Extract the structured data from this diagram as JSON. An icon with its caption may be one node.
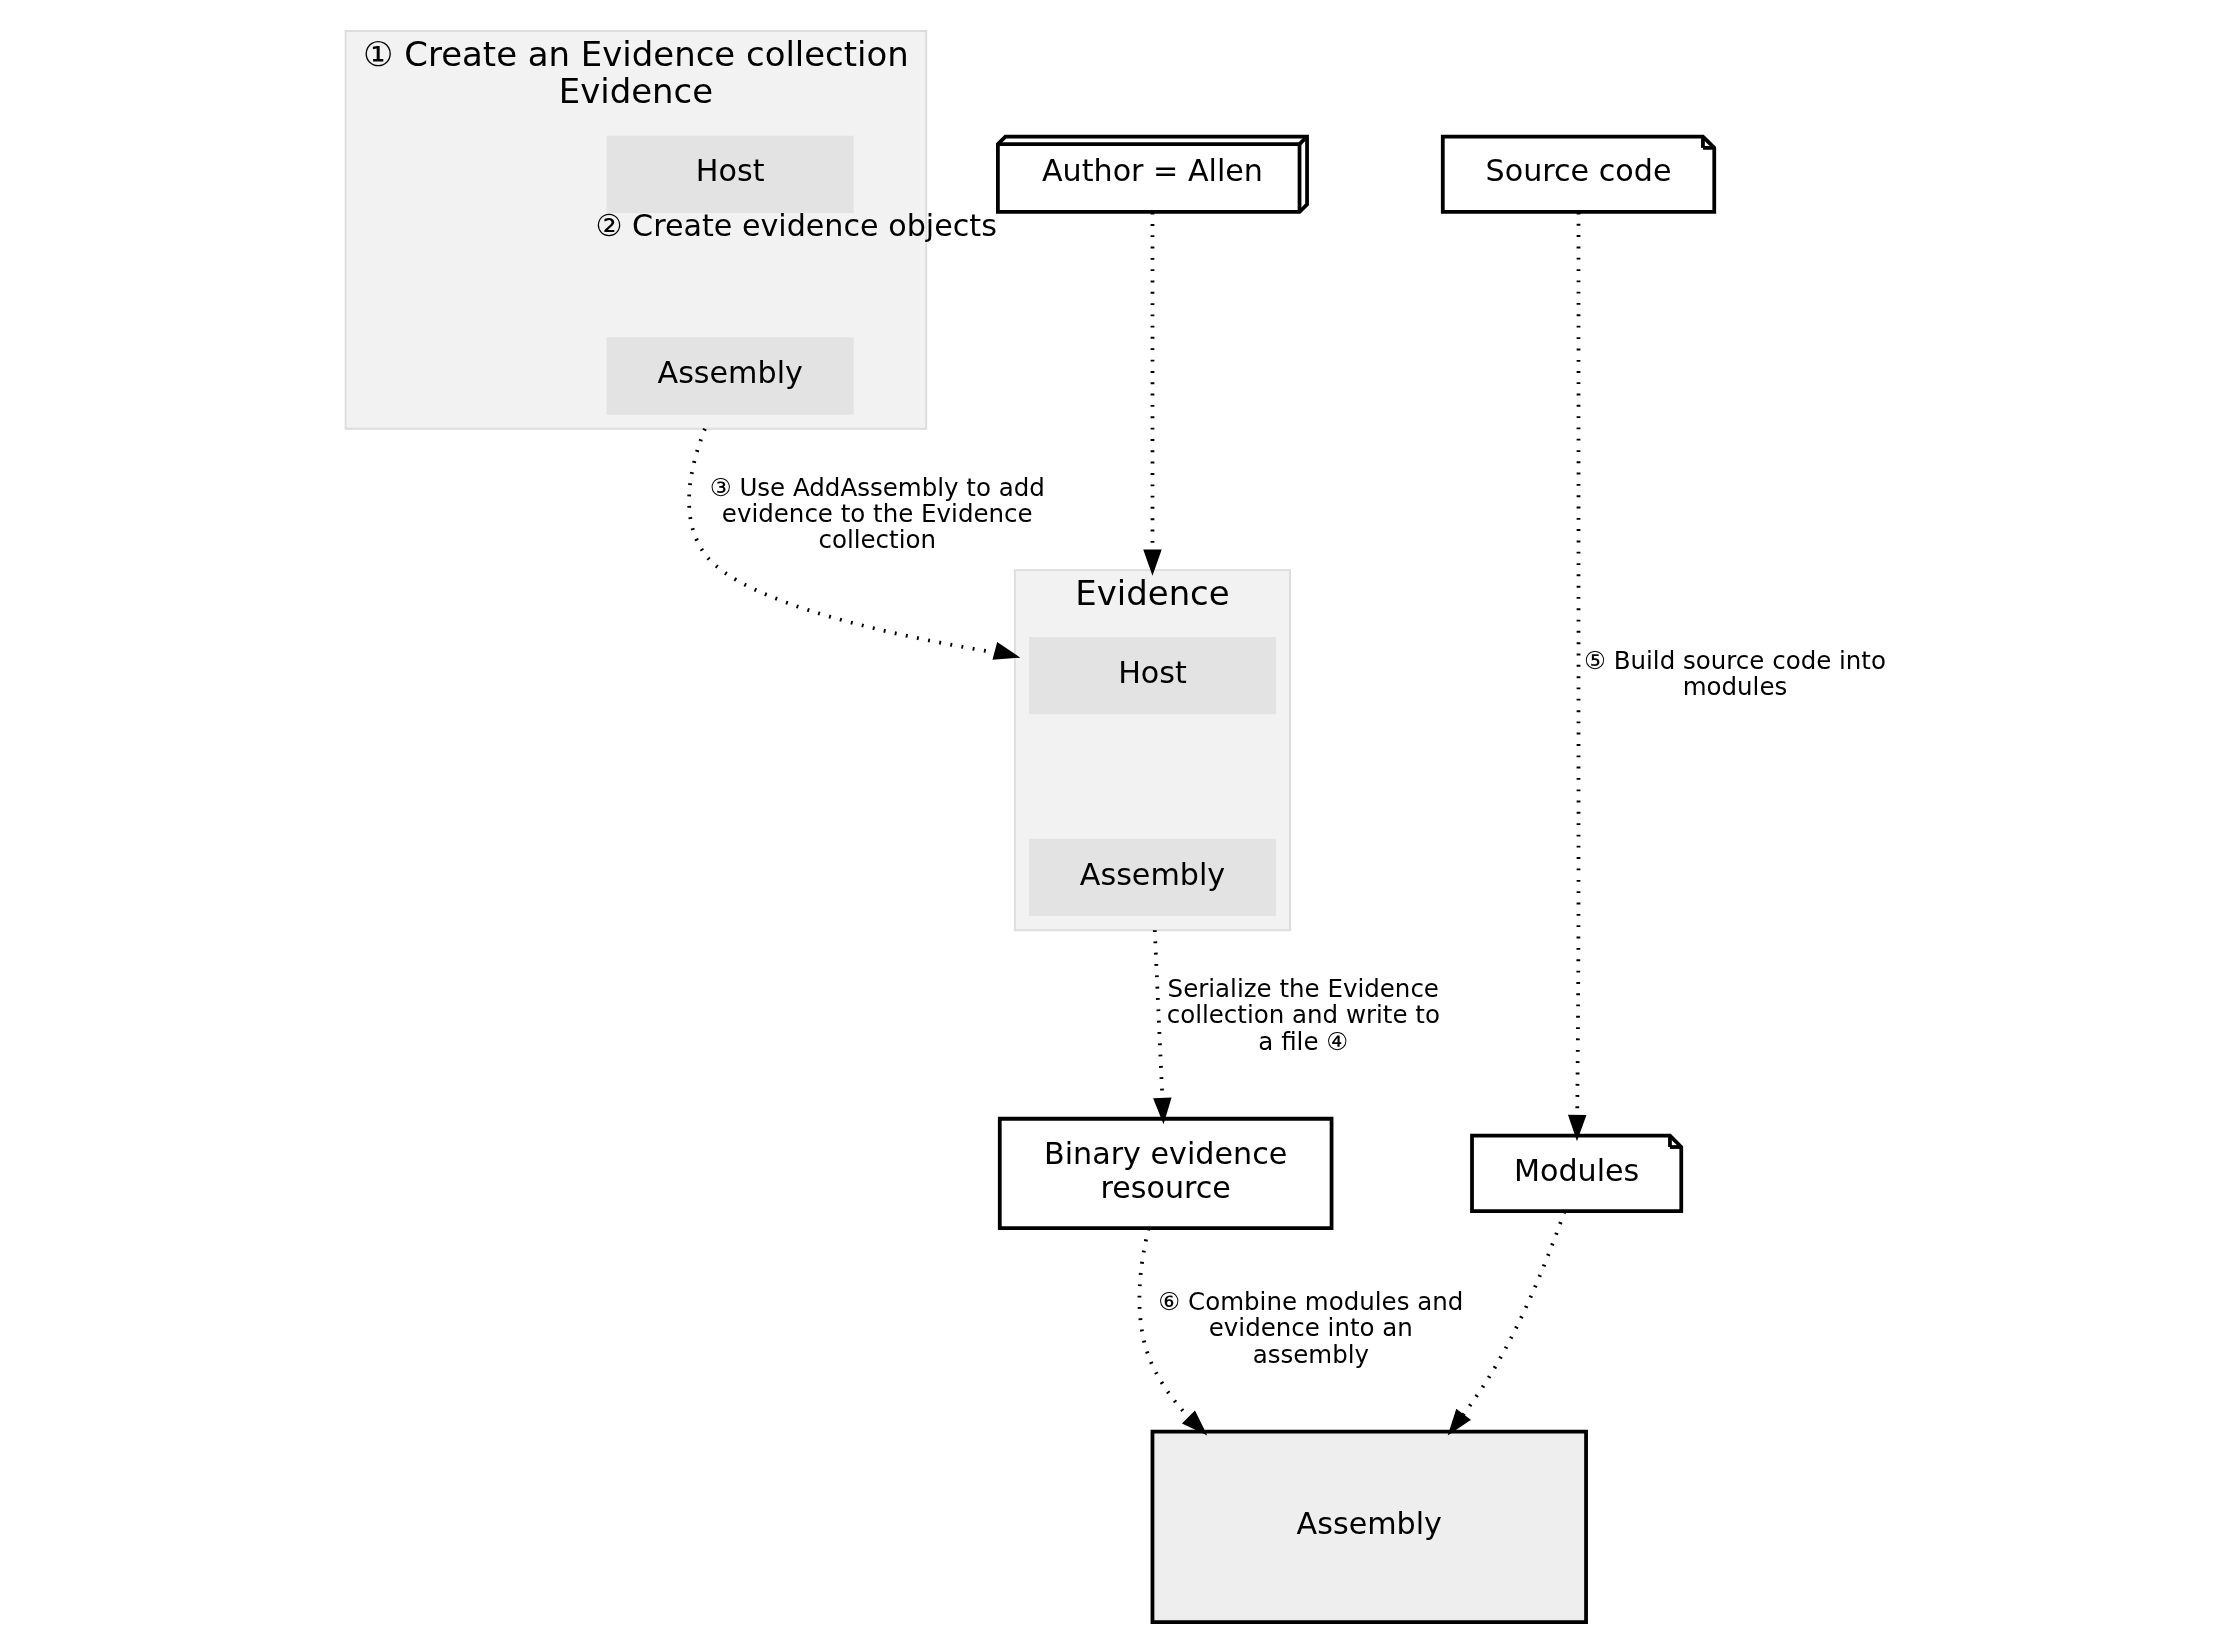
{
  "diagram": {
    "nodes": [
      {
        "text": [
          "Evidence"
        ],
        "beside": [
          "① Create an Evidence collection"
        ]
      },
      {
        "text": [
          "Host"
        ],
        "in": 0
      },
      {
        "text": [
          "Assembly"
        ],
        "in": 0
      },
      {
        "text": [
          "Author = Allen"
        ],
        "beside": [
          "② Create evidence objects"
        ]
      },
      {
        "text": [
          "Source code"
        ]
      },
      {
        "text": [
          "Evidence"
        ]
      },
      {
        "text": [
          "Host"
        ],
        "in": 5
      },
      {
        "text": [
          "Assembly"
        ],
        "in": 5
      },
      {
        "text": [
          "Modules"
        ]
      },
      {
        "text": [
          "Binary evidence resource"
        ]
      },
      {
        "text": [
          "Assembly"
        ]
      }
    ],
    "edges": [
      {
        "from": 0,
        "to": 5,
        "arrow": "to",
        "style": "dashed",
        "label": "③ Use AddAssembly to add evidence to the Evidence collection"
      },
      {
        "from": 3,
        "to": 5,
        "arrow": "to",
        "style": "dashed"
      },
      {
        "from": 4,
        "to": 8,
        "arrow": "to",
        "style": "dashed",
        "label": "⑤ Build source code into modules"
      },
      {
        "from": 5,
        "to": 9,
        "arrow": "to",
        "style": "dashed",
        "label": "Serialize the Evidence collection and write to a file ④"
      },
      {
        "from": 8,
        "to": 10,
        "arrow": "to",
        "style": "dashed"
      },
      {
        "from": 9,
        "to": 10,
        "arrow": "to",
        "style": "dashed",
        "label": "⑥ Combine modules and evidence into an assembly"
      }
    ]
  }
}
